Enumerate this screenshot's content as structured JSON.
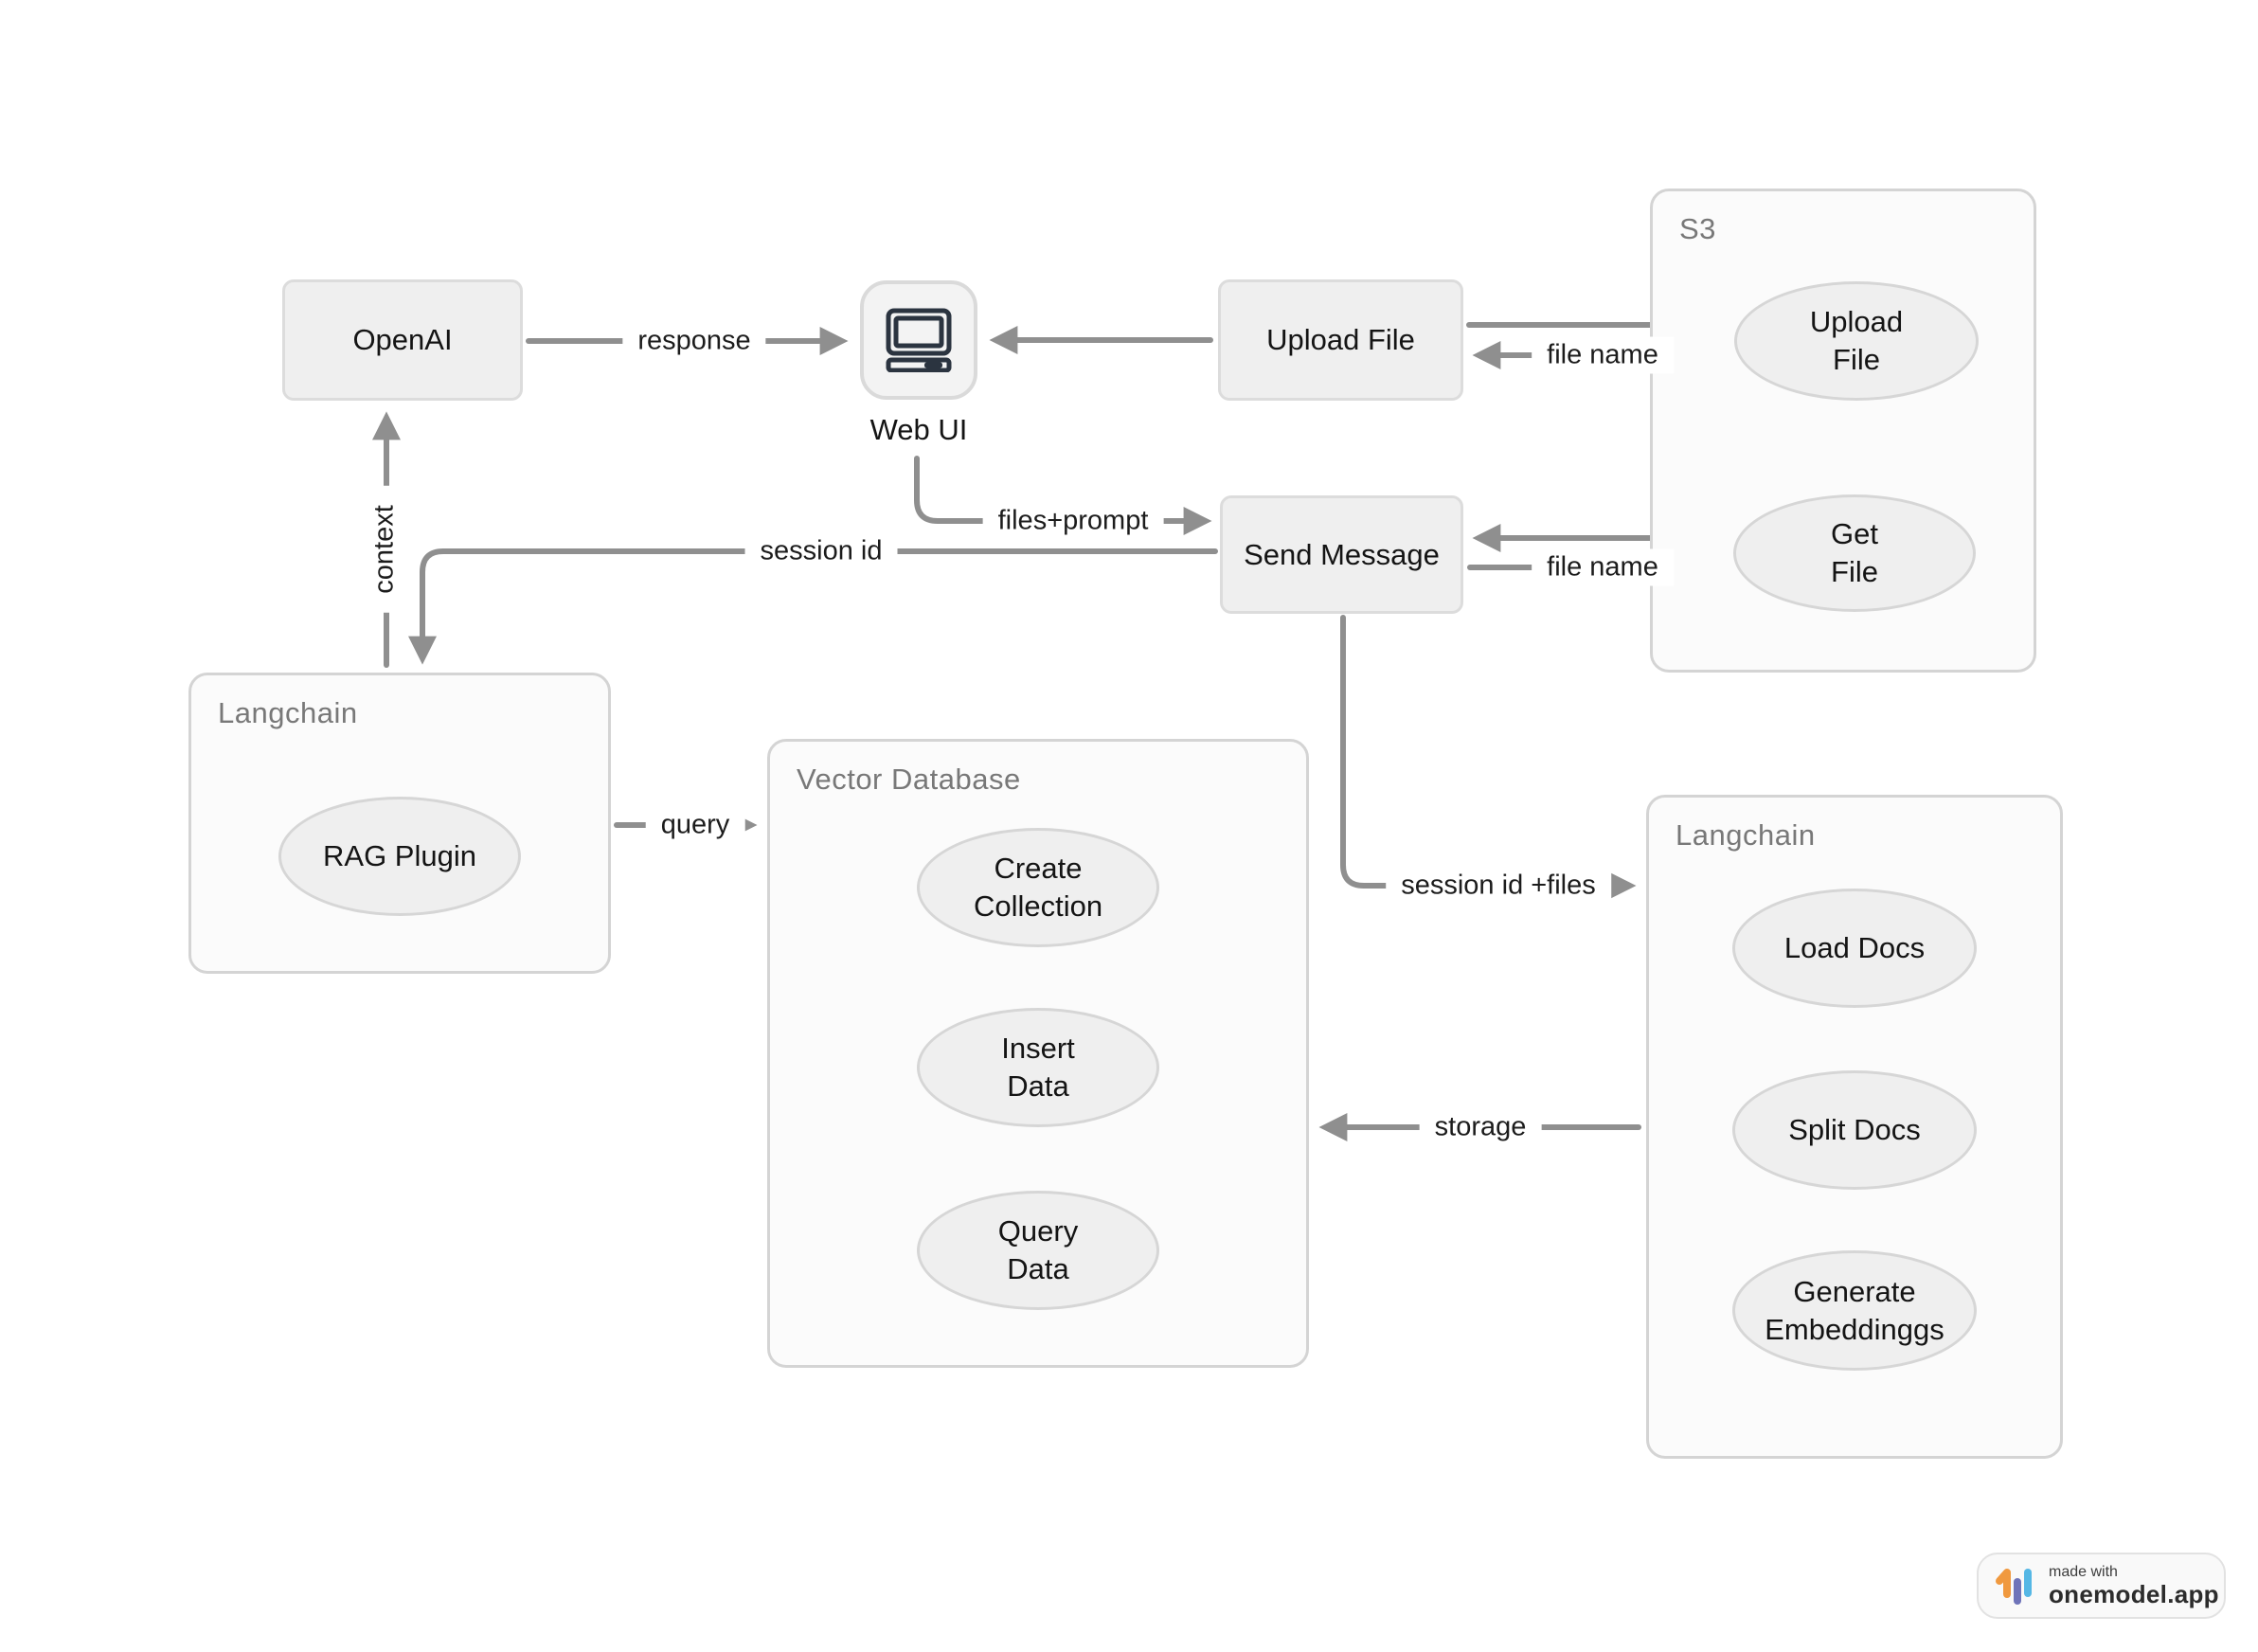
{
  "diagram": {
    "nodes": {
      "openai": {
        "label": "OpenAI"
      },
      "web_ui": {
        "label": "Web UI",
        "icon": "computer-icon"
      },
      "upload_file": {
        "label": "Upload File"
      },
      "send_message": {
        "label": "Send Message"
      }
    },
    "containers": {
      "s3": {
        "title": "S3",
        "items": {
          "upload_file": {
            "label": "Upload\nFile"
          },
          "get_file": {
            "label": "Get\nFile"
          }
        }
      },
      "langchain_left": {
        "title": "Langchain",
        "items": {
          "rag_plugin": {
            "label": "RAG Plugin"
          }
        }
      },
      "vector_db": {
        "title": "Vector Database",
        "items": {
          "create_collection": {
            "label": "Create\nCollection"
          },
          "insert_data": {
            "label": "Insert\nData"
          },
          "query_data": {
            "label": "Query\nData"
          }
        }
      },
      "langchain_right": {
        "title": "Langchain",
        "items": {
          "load_docs": {
            "label": "Load Docs"
          },
          "split_docs": {
            "label": "Split Docs"
          },
          "generate_embeddings": {
            "label": "Generate\nEmbeddinggs"
          }
        }
      }
    },
    "edge_labels": {
      "response": "response",
      "file_name_upload": "file name",
      "files_prompt": "files+prompt",
      "session_id": "session id",
      "context": "context",
      "file_name_get": "file name",
      "session_id_files": "session id +files",
      "storage": "storage",
      "query": "query"
    }
  },
  "badge": {
    "made_with": "made with",
    "brand": "onemodel.app"
  },
  "colors": {
    "node_fill": "#efefef",
    "node_border": "#d9d9d9",
    "container_fill": "#fbfbfb",
    "container_border": "#d4d4d4",
    "arrow": "#8f8f8f",
    "icon_dark": "#2b3440",
    "logo_orange": "#f0993f",
    "logo_indigo": "#6f74b9",
    "logo_blue": "#55b7e5"
  }
}
